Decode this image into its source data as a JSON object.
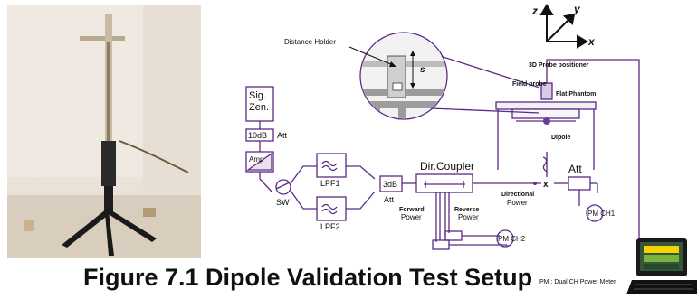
{
  "caption": "Figure 7.1 Dipole Validation Test Setup",
  "labels": {
    "sig_gen": [
      "Sig.",
      "Zen."
    ],
    "att10": "10dB",
    "att": "Att",
    "amp": "Amp",
    "sw": "SW",
    "lpf1": "LPF1",
    "lpf2": "LPF2",
    "db3": "3dB",
    "dir_coupler": "Dir.Coupler",
    "forward_power": [
      "Forward",
      "Power"
    ],
    "reverse_power": [
      "Reverse",
      "Power"
    ],
    "directional_power": [
      "Directional",
      "Power"
    ],
    "x_mark": "x",
    "att_right": "Att",
    "pm_ch1": "PM CH1",
    "pm_ch2": "PM CH2",
    "pm_legend": "PM : Dual CH Power Meter",
    "distance_holder": "Distance Holder",
    "s": "s",
    "positioner": "3D Probe positioner",
    "field_probe": "Field probe",
    "flat_phantom": "Flat Phantom",
    "dipole": "Dipole",
    "axis_z": "z",
    "axis_y": "y",
    "axis_x": "x"
  },
  "colors": {
    "line": "#5c2a86",
    "box": "#5c2a86",
    "monitor_screen": "#f4d400"
  }
}
